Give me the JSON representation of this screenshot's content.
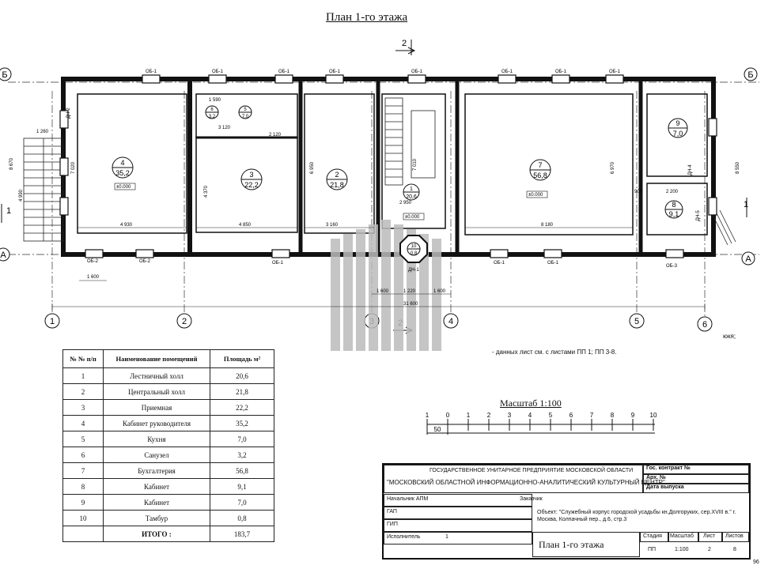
{
  "sheet": {
    "title": "План 1-го этажа",
    "note": "- данных лист см. с листами ПП 1; ПП 3-8.",
    "note_right": "юкя;"
  },
  "axes": {
    "letters": [
      "Б",
      "А"
    ],
    "numbers": [
      "1",
      "2",
      "3",
      "4",
      "5",
      "6"
    ],
    "section_mark": "2",
    "side_mark": "1"
  },
  "rooms": [
    {
      "num": "4",
      "area": "35,2"
    },
    {
      "num": "3",
      "area": "22,2"
    },
    {
      "num": "2",
      "area": "21,8"
    },
    {
      "num": "1",
      "area": "20,6"
    },
    {
      "num": "7",
      "area": "56,8"
    },
    {
      "num": "9",
      "area": "7,0"
    },
    {
      "num": "8",
      "area": "9,1"
    },
    {
      "num": "6",
      "area": "3,2"
    },
    {
      "num": "5",
      "area": "7,0"
    },
    {
      "num": "10",
      "area": "0,8"
    }
  ],
  "labels": {
    "ob": "ОБ-1",
    "ob2": "ОБ-2",
    "ob3": "ОБ-3",
    "dn1": "ДН-1",
    "dn2": "ДН-2",
    "dn4": "ДН-4",
    "dn5": "ДН-5",
    "level": "±0.000"
  },
  "dims": {
    "total": "31 600",
    "d1": "4 930",
    "d2": "4 850",
    "d3": "3 160",
    "d4": "8 180",
    "d5": "1 600",
    "d6": "1 220",
    "d7": "1 600",
    "d8": "1 600",
    "d9": "2 950",
    "d10": "6 970",
    "d11": "7 020",
    "d12": "8 550",
    "d13": "8 670",
    "d14": "4 990",
    "d15": "2 200",
    "d16": "900",
    "d17": "3 120",
    "d18": "2 120",
    "d19": "1 590",
    "d20": "4 370",
    "d21": "6 950",
    "d22": "7 010",
    "d23": "1 260"
  },
  "table": {
    "headers": [
      "№ № п/п",
      "Наименование помещений",
      "Площадь м²"
    ],
    "rows": [
      [
        "1",
        "Лестничный холл",
        "20,6"
      ],
      [
        "2",
        "Центральный холл",
        "21,8"
      ],
      [
        "3",
        "Приемная",
        "22,2"
      ],
      [
        "4",
        "Кабинет руководителя",
        "35,2"
      ],
      [
        "5",
        "Кухня",
        "7,0"
      ],
      [
        "6",
        "Санузел",
        "3,2"
      ],
      [
        "7",
        "Бухгалтерия",
        "56,8"
      ],
      [
        "8",
        "Кабинет",
        "9,1"
      ],
      [
        "9",
        "Кабинет",
        "7,0"
      ],
      [
        "10",
        "Тамбур",
        "0,8"
      ]
    ],
    "total_label": "ИТОГО :",
    "total_value": "183,7"
  },
  "scale": {
    "title": "Масштаб 1:100",
    "ticks": [
      "1",
      "0",
      "1",
      "2",
      "3",
      "4",
      "5",
      "6",
      "7",
      "8",
      "9",
      "10"
    ],
    "sub": "50"
  },
  "stamp": {
    "org1": "ГОСУДАРСТВЕННОЕ УНИТАРНОЕ ПРЕДПРИЯТИЕ МОСКОВСКОЙ ОБЛАСТИ",
    "org2": "\"МОСКОВСКИЙ ОБЛАСТНОЙ ИНФОРМАЦИОННО-АНАЛИТИЧЕСКИЙ КУЛЬТУРНЫЙ ЦЕНТР\"",
    "contract": "Гос. контракт №",
    "arch": "Арх. №",
    "date": "Дата выпуска",
    "roles": [
      "Начальник АПМ",
      "ГАП",
      "ГИП",
      "Исполнитель"
    ],
    "role_value": "1",
    "customer": "Заказчик",
    "object": "Объект: \"Служебный корпус городской усадьбы кн.Долгоруких, сер.XVIII в.\" г. Москва, Колпачный пер., д.6, стр.3",
    "sheet_name": "План 1-го этажа",
    "cols": [
      "Стадия",
      "Масштаб",
      "Лист",
      "Листов"
    ],
    "vals": [
      "ПП",
      "1:100",
      "2",
      "8"
    ],
    "page": "96"
  }
}
